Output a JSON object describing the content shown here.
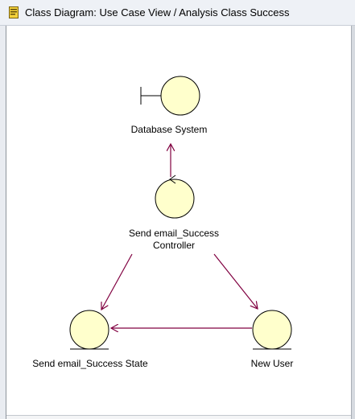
{
  "window": {
    "title": "Class Diagram: Use Case View / Analysis Class Success",
    "icon": "class-diagram-icon"
  },
  "diagram": {
    "classes": [
      {
        "id": "database_system",
        "stereotype": "boundary",
        "name": "Database System"
      },
      {
        "id": "controller",
        "stereotype": "control",
        "name_line1": "Send email_Success",
        "name_line2": "Controller"
      },
      {
        "id": "state",
        "stereotype": "entity",
        "name": "Send email_Success State"
      },
      {
        "id": "new_user",
        "stereotype": "entity",
        "name": "New User"
      }
    ],
    "associations": [
      {
        "from": "controller",
        "to": "database_system"
      },
      {
        "from": "controller",
        "to": "state"
      },
      {
        "from": "controller",
        "to": "new_user"
      },
      {
        "from": "new_user",
        "to": "state"
      }
    ],
    "colors": {
      "class_fill": "#ffffcc",
      "class_stroke": "#000000",
      "association": "#800040"
    }
  }
}
